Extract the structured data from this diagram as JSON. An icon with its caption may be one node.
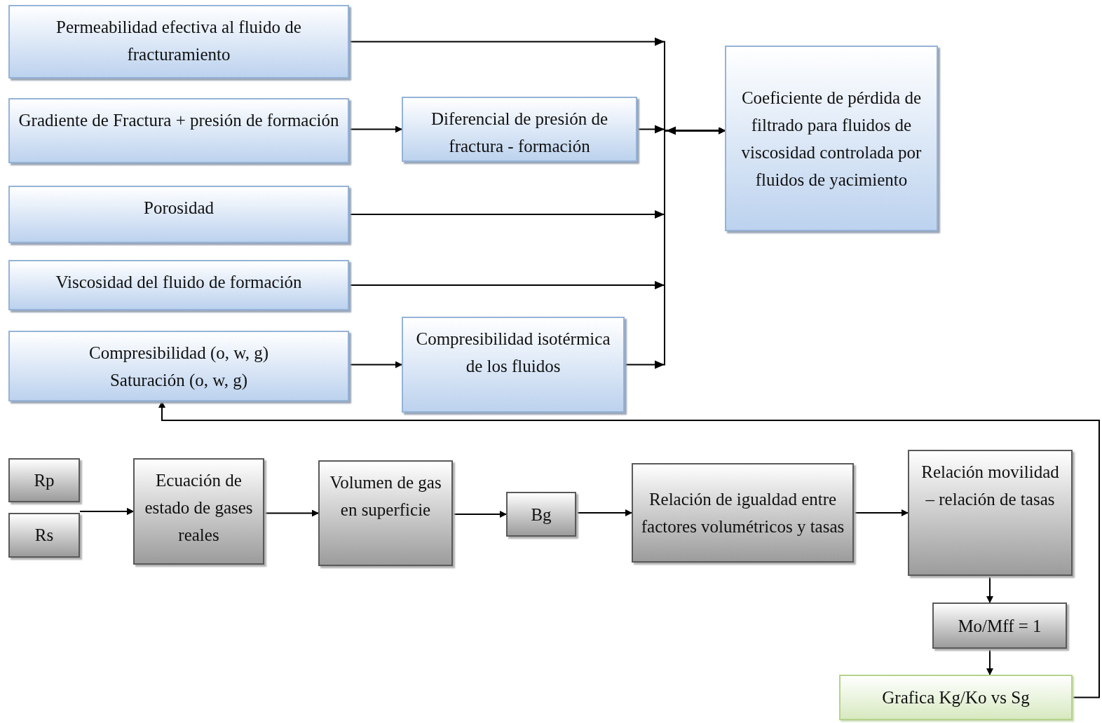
{
  "diagram": {
    "nodes": [
      {
        "text": [
          "Permeabilidad efectiva al fluido de fracturamiento"
        ]
      },
      {
        "text": [
          "Gradiente de Fractura + presión de formación"
        ]
      },
      {
        "text": [
          "Diferencial de presión de fractura - formación"
        ]
      },
      {
        "text": [
          "Porosidad"
        ]
      },
      {
        "text": [
          "Viscosidad del fluido de formación"
        ]
      },
      {
        "text": [
          "Compresibilidad (o, w, g)",
          "Saturación (o, w, g)"
        ]
      },
      {
        "text": [
          "Compresibilidad isotérmica de los fluidos"
        ]
      },
      {
        "text": [
          "Coeficiente de pérdida de filtrado para fluidos de viscosidad controlada por fluidos de yacimiento"
        ]
      },
      {
        "text": [
          "Rp"
        ]
      },
      {
        "text": [
          "Rs"
        ]
      },
      {
        "text": [
          "Ecuación de estado de gases reales"
        ]
      },
      {
        "text": [
          "Volumen de gas en superficie"
        ]
      },
      {
        "text": [
          "Bg"
        ]
      },
      {
        "text": [
          "Relación de igualdad entre factores volumétricos y tasas"
        ]
      },
      {
        "text": [
          "Relación movilidad – relación de tasas"
        ]
      },
      {
        "text": [
          "Mo/Mff = 1"
        ]
      },
      {
        "text": [
          "Grafica Kg/Ko vs Sg"
        ]
      }
    ],
    "edges": [
      {
        "from": 0,
        "to": 7,
        "arrow": "to"
      },
      {
        "from": 1,
        "to": 2,
        "arrow": "to"
      },
      {
        "from": 2,
        "to": 7,
        "arrow": "to"
      },
      {
        "from": 3,
        "to": 7,
        "arrow": "to"
      },
      {
        "from": 4,
        "to": 7,
        "arrow": "to"
      },
      {
        "from": 5,
        "to": 6,
        "arrow": "to"
      },
      {
        "from": 6,
        "to": 7,
        "arrow": "to"
      },
      {
        "from": 8,
        "to": 10,
        "arrow": "to"
      },
      {
        "from": 9,
        "to": 10,
        "arrow": "to"
      },
      {
        "from": 10,
        "to": 11,
        "arrow": "to"
      },
      {
        "from": 11,
        "to": 12,
        "arrow": "to"
      },
      {
        "from": 12,
        "to": 13,
        "arrow": "to"
      },
      {
        "from": 13,
        "to": 14,
        "arrow": "to"
      },
      {
        "from": 14,
        "to": 15,
        "arrow": "to"
      },
      {
        "from": 15,
        "to": 16,
        "arrow": "to"
      },
      {
        "from": 16,
        "to": 5,
        "arrow": "to"
      }
    ]
  }
}
